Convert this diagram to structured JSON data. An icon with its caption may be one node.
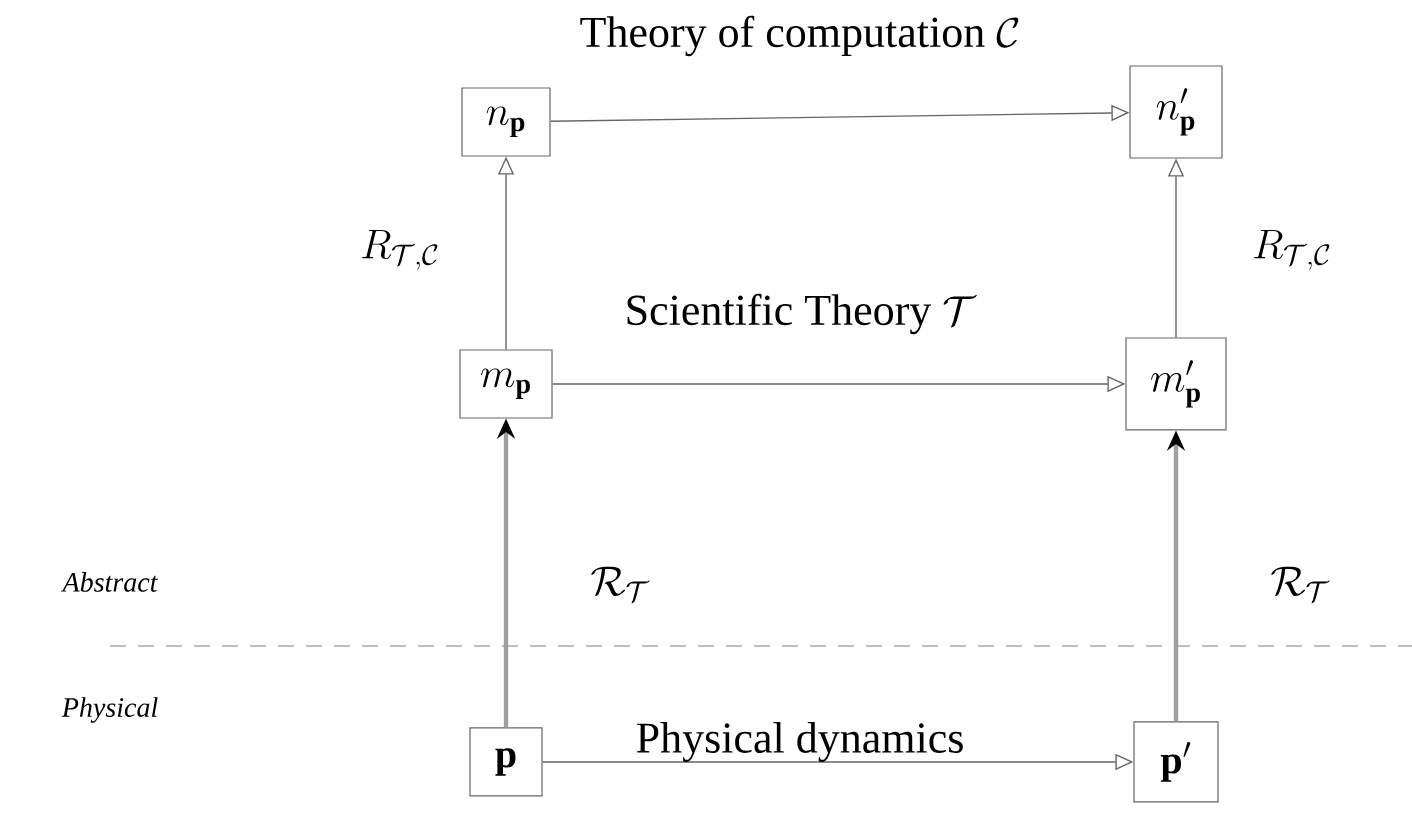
{
  "diagram": {
    "nodes": [
      {
        "text": [
          "n_{\\mathbf{p}}"
        ]
      },
      {
        "text": [
          "n'_{\\mathbf{p}}"
        ]
      },
      {
        "text": [
          "m_{\\mathbf{p}}"
        ]
      },
      {
        "text": [
          "m'_{\\mathbf{p}}"
        ]
      },
      {
        "text": [
          "\\mathbf{p}"
        ]
      },
      {
        "text": [
          "\\mathbf{p}'"
        ]
      }
    ],
    "edges": [
      {
        "from": 0,
        "to": 1,
        "arrow": "to",
        "label": "\\mbox{Theory of computation }\\mathcal{C}"
      },
      {
        "from": 2,
        "to": 0,
        "arrow": "to",
        "label": "R_{\\mathcal{T},\\mathcal{C}}"
      },
      {
        "from": 3,
        "to": 1,
        "arrow": "to",
        "label": "R_{\\mathcal{T},\\mathcal{C}}"
      },
      {
        "from": 2,
        "to": 3,
        "arrow": "to",
        "label": "\\mbox{Scientific Theory }\\mathcal{T}"
      },
      {
        "from": 4,
        "to": 2,
        "arrow": "to",
        "style": "thick",
        "label": "\\mathcal{R}_{\\mathcal{T}}"
      },
      {
        "from": 5,
        "to": 3,
        "arrow": "to",
        "style": "thick",
        "label": "\\mathcal{R}_{\\mathcal{T}}"
      },
      {
        "from": 4,
        "to": 5,
        "arrow": "to",
        "label": "\\mbox{Physical dynamics}"
      }
    ],
    "labels": [
      "Abstract",
      "Physical"
    ]
  }
}
